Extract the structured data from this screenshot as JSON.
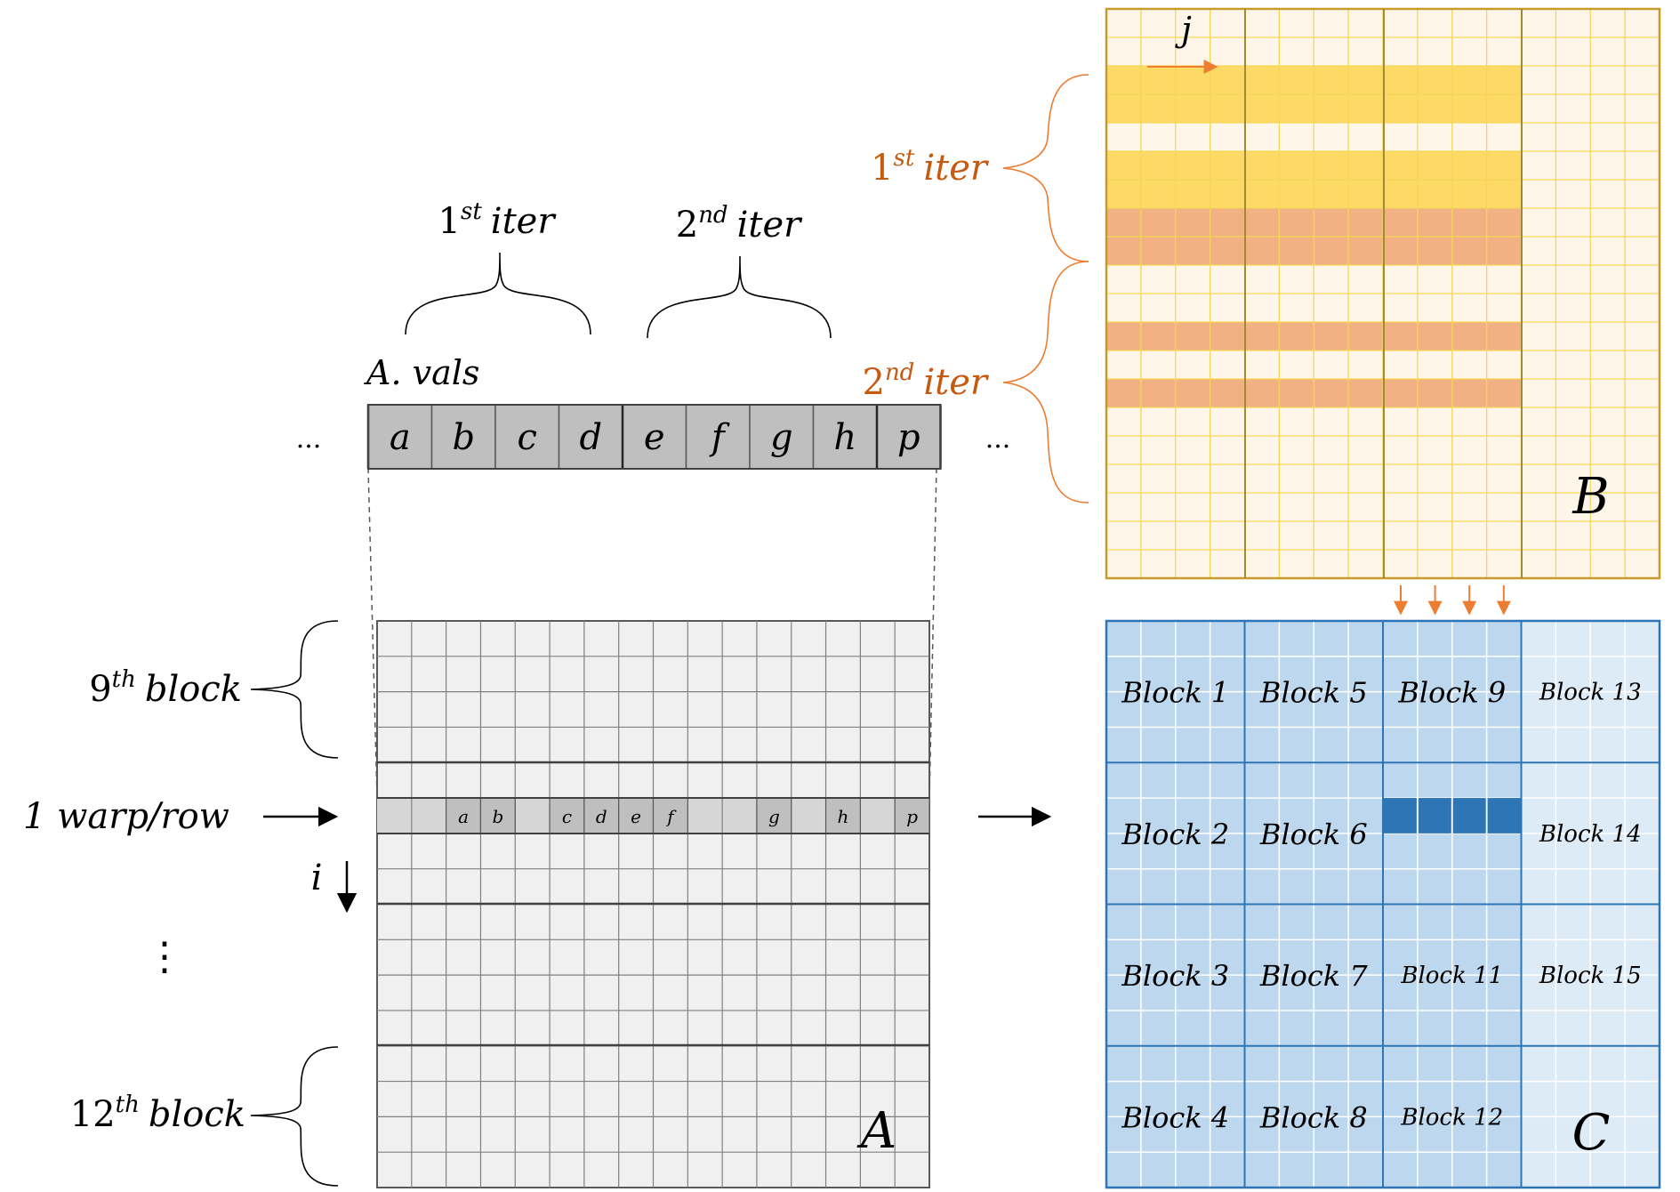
{
  "labels": {
    "avals": "A. vals",
    "matrix_a": "A",
    "matrix_b": "B",
    "matrix_c": "C",
    "i_axis": "i",
    "j_axis": "j",
    "warp_per_row": "1 warp/row",
    "ellipsis_left": "...",
    "ellipsis_right": "...",
    "vertical_dots": "⋮"
  },
  "iter_labels": [
    {
      "num": "1",
      "sup": "st",
      "word": "iter"
    },
    {
      "num": "2",
      "sup": "nd",
      "word": "iter"
    }
  ],
  "block_labels": [
    {
      "num": "9",
      "sup": "th",
      "word": "block"
    },
    {
      "num": "12",
      "sup": "th",
      "word": "block"
    }
  ],
  "avals": [
    "a",
    "b",
    "c",
    "d",
    "e",
    "f",
    "g",
    "h",
    "p"
  ],
  "warp_row_letters": [
    "",
    "",
    "a",
    "b",
    "",
    "c",
    "d",
    "e",
    "f",
    "",
    "",
    "g",
    "",
    "h",
    "",
    "p"
  ],
  "c_blocks": [
    [
      "Block 1",
      "Block 5",
      "Block 9",
      "Block 13"
    ],
    [
      "Block 2",
      "Block 6",
      "",
      "Block 14"
    ],
    [
      "Block 3",
      "Block 7",
      "Block 11",
      "Block 15"
    ],
    [
      "Block 4",
      "Block 8",
      "Block 12",
      ""
    ]
  ],
  "colors": {
    "a_grid": "#f0f0f0",
    "a_line": "#808080",
    "a_highlight": "#d4d4d4",
    "avals_fill": "#bfbfbf",
    "b_base": "#fff6ea",
    "b_line": "#f5d65a",
    "b_iter1": "#fdd965",
    "b_iter2": "#f1b183",
    "b_border": "#c69b2c",
    "orange": "#d8691c",
    "c_dark": "#bdd7ee",
    "c_light": "#ddebf7",
    "c_line": "#2e75b6",
    "c_fill": "#2e75b6"
  }
}
